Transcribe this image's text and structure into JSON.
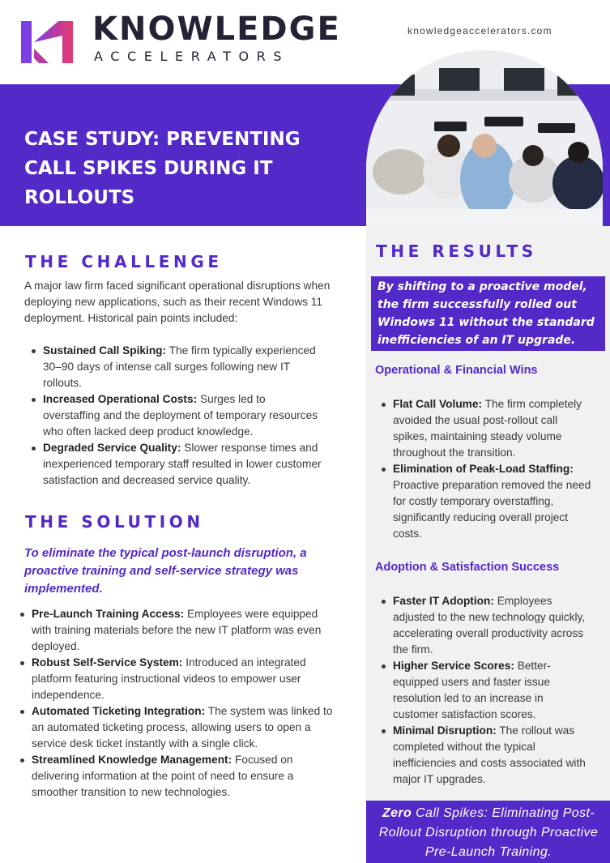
{
  "brand": {
    "name": "KNOWLEDGE",
    "tagline": "ACCELERATORS",
    "website": "knowledgeaccelerators.com",
    "accent": "#5329c8",
    "logo_gradient": [
      "#7b3fe4",
      "#e63a6e"
    ]
  },
  "banner": {
    "title": "CASE STUDY: PREVENTING CALL SPIKES DURING IT ROLLOUTS"
  },
  "challenge": {
    "heading": "THE CHALLENGE",
    "intro": "A major law firm faced significant operational disruptions when deploying new applications, such as their recent Windows 11 deployment. Historical pain points included:",
    "items": [
      {
        "label": "Sustained Call Spiking:",
        "text": "The firm typically experienced 30–90 days of intense call surges following new IT rollouts."
      },
      {
        "label": "Increased Operational Costs:",
        "text": "Surges led to overstaffing and the deployment of temporary resources who often lacked deep product knowledge."
      },
      {
        "label": "Degraded Service Quality:",
        "text": "Slower response times and inexperienced temporary staff resulted in lower customer satisfaction and decreased service quality."
      }
    ]
  },
  "solution": {
    "heading": "THE SOLUTION",
    "lead": "To eliminate the typical post-launch disruption, a proactive training and self-service strategy was implemented.",
    "items": [
      {
        "label": "Pre-Launch Training Access:",
        "text": "Employees were equipped with training materials before the new IT platform was even deployed."
      },
      {
        "label": "Robust Self-Service System:",
        "text": "Introduced an integrated platform featuring instructional videos to empower user independence."
      },
      {
        "label": "Automated Ticketing Integration:",
        "text": "The system was linked to an automated ticketing process, allowing users to open a service desk ticket instantly with a single click."
      },
      {
        "label": "Streamlined Knowledge Management:",
        "text": "Focused on delivering information at the point of need to ensure a smoother transition to new technologies."
      }
    ]
  },
  "results": {
    "heading": "THE RESULTS",
    "lead": "By shifting to a proactive model, the firm successfully rolled out Windows 11 without the standard inefficiencies of an IT upgrade.",
    "operational": {
      "heading": "Operational & Financial Wins",
      "items": [
        {
          "label": "Flat Call Volume:",
          "text": "The firm completely avoided the usual post-rollout call spikes, maintaining steady volume throughout the transition."
        },
        {
          "label": "Elimination of Peak-Load Staffing:",
          "text": "Proactive preparation removed the need for costly temporary overstaffing, significantly reducing overall project costs."
        }
      ]
    },
    "adoption": {
      "heading": "Adoption & Satisfaction Success",
      "items": [
        {
          "label": "Faster IT Adoption:",
          "text": "Employees adjusted to the new technology quickly, accelerating overall productivity across the firm."
        },
        {
          "label": "Higher Service Scores:",
          "text": "Better-equipped users and faster issue resolution led to an increase in customer satisfaction scores."
        },
        {
          "label": "Minimal Disruption:",
          "text": "The rollout was completed without the typical inefficiencies and costs associated with major IT upgrades."
        }
      ]
    }
  },
  "footer_callout": {
    "emphasis": "Zero",
    "text": "Call Spikes: Eliminating Post-Rollout Disruption through Proactive Pre-Launch Training."
  }
}
